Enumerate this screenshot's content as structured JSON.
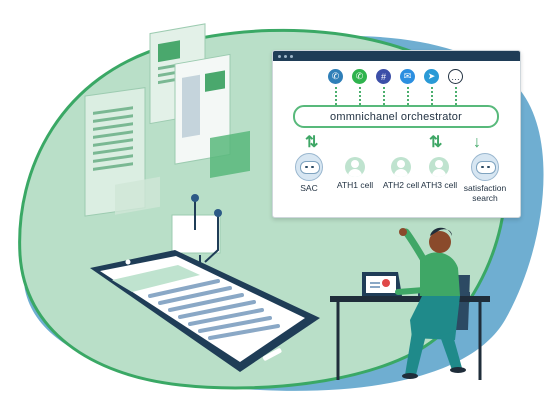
{
  "diagram": {
    "orchestrator_label": "ommnichanel orchestrator",
    "channels": [
      {
        "icon": "phone-icon",
        "color": "#2f7fb8",
        "glyph": "✆"
      },
      {
        "icon": "whatsapp-icon",
        "color": "#2fb34e",
        "glyph": "✆"
      },
      {
        "icon": "web-icon",
        "color": "#3c4fa8",
        "glyph": "#"
      },
      {
        "icon": "messenger-icon",
        "color": "#2c8fe0",
        "glyph": "✉"
      },
      {
        "icon": "telegram-icon",
        "color": "#2a9ad6",
        "glyph": "➤"
      },
      {
        "icon": "chat-bubble-icon",
        "color": "#ffffff",
        "glyph": "…"
      }
    ],
    "agents": [
      {
        "label": "SAC",
        "type": "bot"
      },
      {
        "label": "ATH1 cell",
        "type": "person"
      },
      {
        "label": "ATH2 cell",
        "type": "person"
      },
      {
        "label": "ATH3 cell",
        "type": "person"
      },
      {
        "label": "satisfaction search",
        "type": "bot"
      }
    ]
  },
  "colors": {
    "accent_green": "#58b97b",
    "blob_green": "#b9dfc8",
    "blob_blue": "#6faed1",
    "navy": "#1f3d57"
  }
}
